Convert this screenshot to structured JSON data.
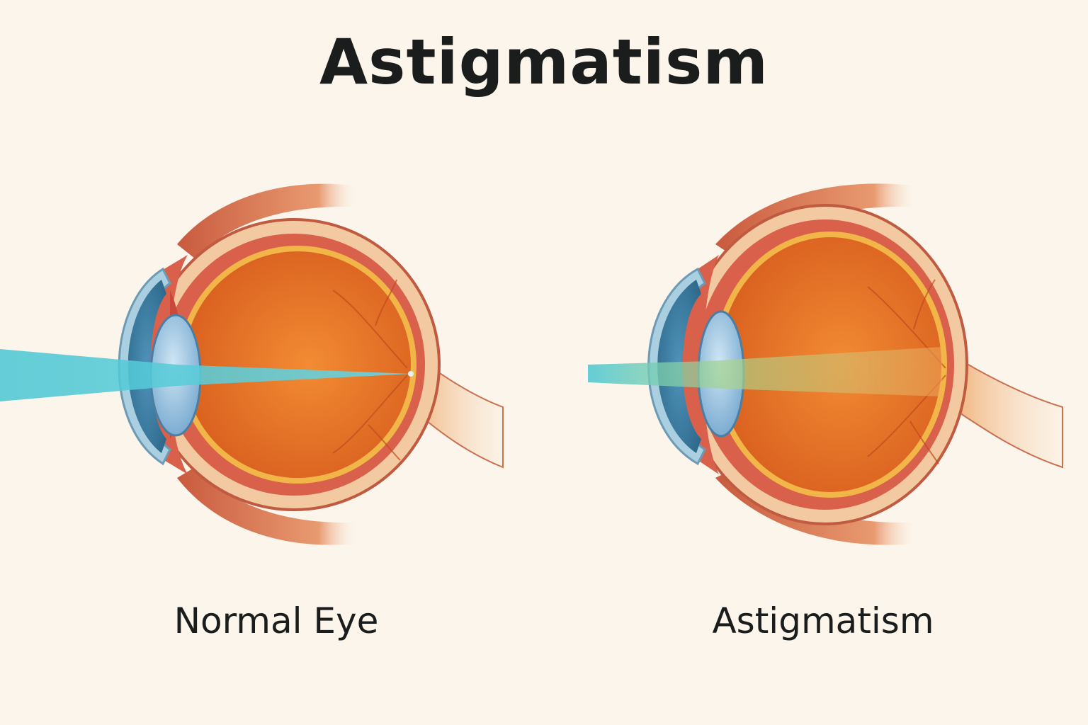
{
  "title": "Astigmatism",
  "panels": [
    {
      "label": "Normal Eye"
    },
    {
      "label": "Astigmatism"
    }
  ],
  "colors": {
    "background": "#fbf5eb",
    "sclera": "#f2c9a0",
    "choroid": "#d9604a",
    "vitreous": "#e8772a",
    "cornea": "#3f7fa6",
    "lens": "#8fbfe0",
    "light_beam": "#5cc9d6"
  }
}
